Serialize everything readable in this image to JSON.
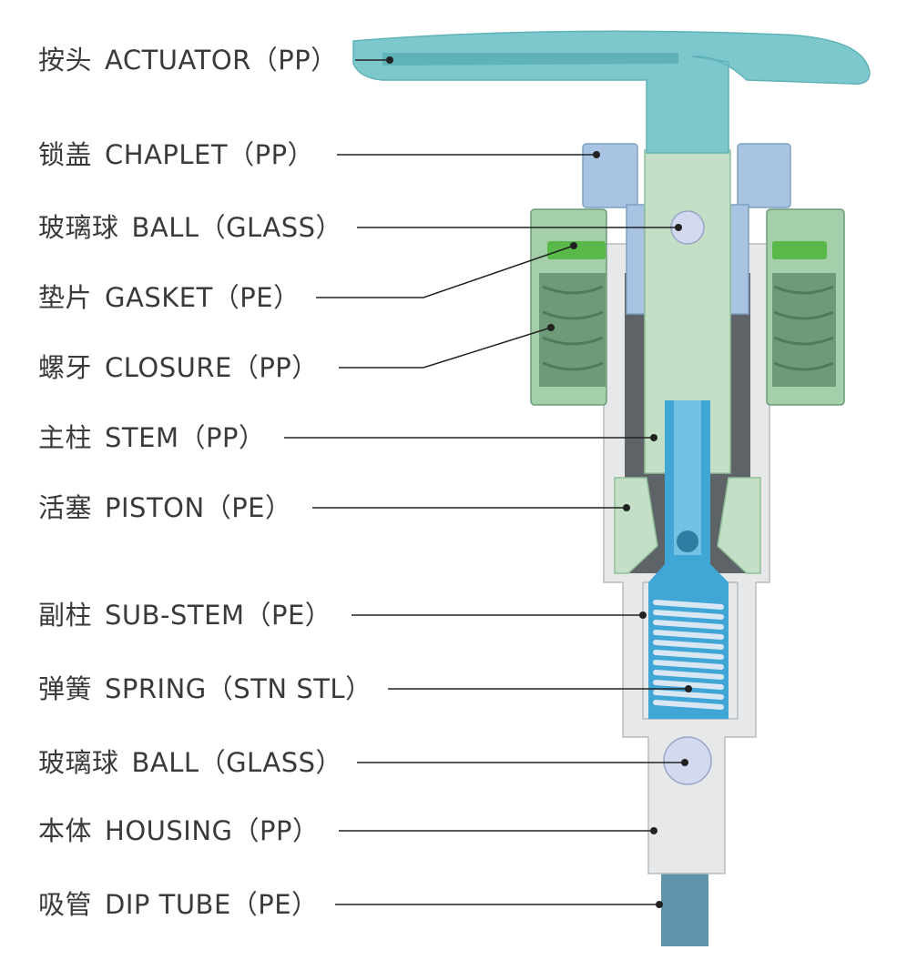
{
  "colors": {
    "actuator": "#7cc8cc",
    "actuator_dark": "#5fb2b8",
    "stem_blue": "#3fa6d6",
    "stem_blue_light": "#73c2e3",
    "stem_green": "#c3dfc6",
    "closure": "#a5ceab",
    "closure_dark": "#6d9b78",
    "gasket": "#58b948",
    "chaplet": "#a9c4e2",
    "housing": "#e6e8ea",
    "inner_dark": "#5d6367",
    "spring": "#d8e7f3",
    "ball": "#d3d9ee",
    "dip_tube": "#5f93ac",
    "leader": "#222222",
    "text": "#3a3a3a"
  },
  "labels": [
    {
      "cn": "按头",
      "en": "ACTUATOR（PP）"
    },
    {
      "cn": "锁盖",
      "en": "CHAPLET（PP）"
    },
    {
      "cn": "玻璃球",
      "en": "BALL（GLASS）"
    },
    {
      "cn": "垫片",
      "en": "GASKET（PE）"
    },
    {
      "cn": "螺牙",
      "en": "CLOSURE（PP）"
    },
    {
      "cn": "主柱",
      "en": "STEM（PP）"
    },
    {
      "cn": "活塞",
      "en": "PISTON（PE）"
    },
    {
      "cn": "副柱",
      "en": "SUB-STEM（PE）"
    },
    {
      "cn": "弹簧",
      "en": "SPRING（STN STL）"
    },
    {
      "cn": "玻璃球",
      "en": "BALL（GLASS）"
    },
    {
      "cn": "本体",
      "en": "HOUSING（PP）"
    },
    {
      "cn": "吸管",
      "en": "DIP TUBE（PE）"
    }
  ]
}
